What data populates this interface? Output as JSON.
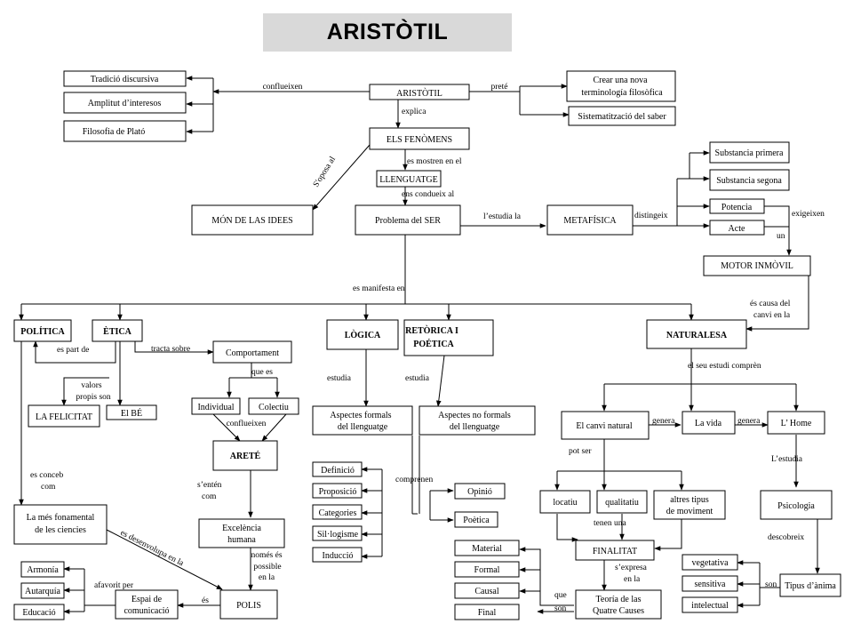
{
  "title": "ARISTÒTIL",
  "nodes": {
    "tradicio": "Tradició discursiva",
    "amplitud": "Amplitut d’interesos",
    "plato": "Filosofia de Plató",
    "aristotil": "ARISTÒTIL",
    "crear": [
      "Crear una nova",
      "terminología filosòfica"
    ],
    "sistem": "Sistematització del saber",
    "fenomens": "ELS FENÒMENS",
    "llenguatge": "LLENGUATGE",
    "mon": "MÓN DE LAS IDEES",
    "ser": "Problema del SER",
    "metafisica": "METAFÍSICA",
    "subst1": "Substancia primera",
    "subst2": "Substancia segona",
    "potencia": "Potencia",
    "acte": "Acte",
    "motor": "MOTOR INMÒVIL",
    "politica": "POLÍTICA",
    "etica": "ÈTICA",
    "logica": "LÒGICA",
    "retorica": [
      "RETÒRICA I",
      "POÉTICA"
    ],
    "naturalesa": "NATURALESA",
    "comportament": "Comportament",
    "individual": "Individual",
    "colectiu": "Colectiu",
    "felicitat": "LA FELICITAT",
    "be": "El BÉ",
    "arete": "ARETÉ",
    "formals": [
      "Aspectes formals",
      "del llenguatge"
    ],
    "noformals": [
      "Aspectes no formals",
      "del llenguatge"
    ],
    "canvi": "El canvi natural",
    "vida": "La vida",
    "home": "L’ Home",
    "definicio": "Definició",
    "proposicio": "Proposició",
    "categories": "Categories",
    "silogisme": "Sil·logisme",
    "induccio": "Inducció",
    "opinio": "Opinió",
    "poetica": "Poètica",
    "mesfon": [
      "La més fonamental",
      "de les ciencies"
    ],
    "excelencia": [
      "Excelència",
      "humana"
    ],
    "locatiu": "locatiu",
    "qualitatiu": "qualitatiu",
    "altres": [
      "altres tipus",
      "de moviment"
    ],
    "psicologia": "Psicologia",
    "finalitat": "FINALITAT",
    "material": "Material",
    "formal": "Formal",
    "causal": "Causal",
    "final": "Final",
    "teoria": [
      "Teoría de las",
      "Quatre Causes"
    ],
    "vegetativa": "vegetativa",
    "sensitiva": "sensitiva",
    "intelectual": "intelectual",
    "anima": "Tipus d’ànima",
    "armonia": "Armonía",
    "autarquia": "Autarquía",
    "educacio": "Educació",
    "espai": [
      "Espai de",
      "comunicació"
    ],
    "polis": "POLIS"
  },
  "links": {
    "confluixen1": "conflueixen",
    "prete": "preté",
    "explica": "explica",
    "mostren": "es mostren en el",
    "sopossa": "S'oposa al",
    "condueix": "ens condueix al",
    "estudia_la": "l’estudia la",
    "distingeix": "distingeix",
    "exigeixen": "exigeixen",
    "un": "un",
    "causa": [
      "és causa del",
      "canvi en la"
    ],
    "manifesta": "es manifesta  en",
    "part_de": "es part de",
    "tracta": "tracta sobre",
    "que_es": "que es",
    "valors": [
      "valors",
      "propis son"
    ],
    "conflueixen2": "conflueixen",
    "estudia1": "estudia",
    "estudia2": "estudia",
    "estudi_compren": "el seu estudi comprèn",
    "genera1": "genera",
    "genera2": "genera",
    "concebi": [
      "es conceb",
      "com"
    ],
    "enten": [
      "s’entén",
      "com"
    ],
    "comprenen": "comprenen",
    "pot_ser": "pot ser",
    "lestudia": "L’estudia",
    "desenvolupa": "es desenvolupa en la",
    "nomes": [
      "només és",
      "possible",
      "en la"
    ],
    "tenen": "tenen una",
    "expressa": [
      "s’expresa",
      "en la"
    ],
    "descobreix": "descobreix",
    "afavorit": "afavorit per",
    "que_son": [
      "que",
      "son"
    ],
    "son": "son",
    "es": "és"
  }
}
